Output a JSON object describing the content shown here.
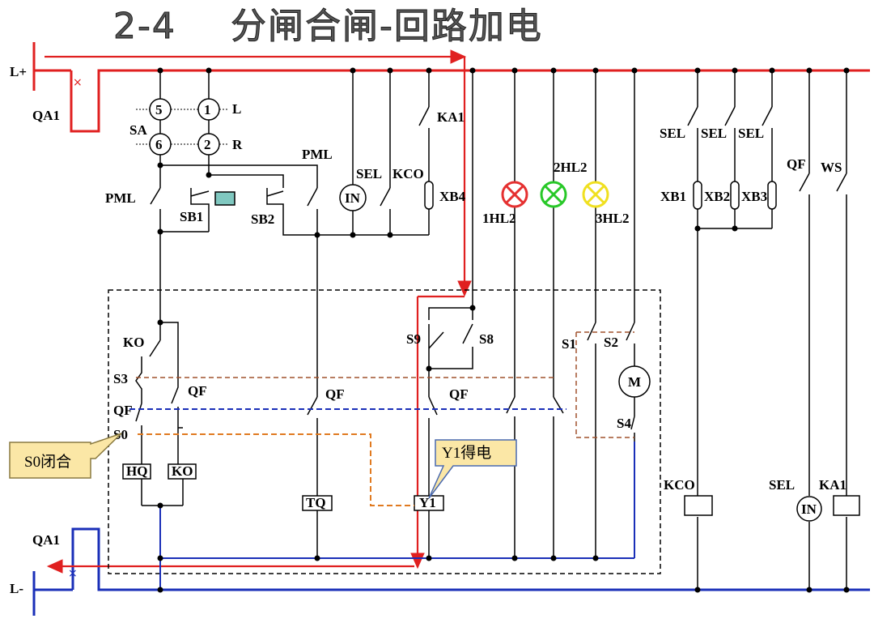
{
  "title": {
    "number": "2-4",
    "text": "分闸合闸-回路加电"
  },
  "rails": {
    "positive": "L+",
    "negative": "L-"
  },
  "breaker": {
    "top": "QA1",
    "bottom": "QA1"
  },
  "selector": {
    "label": "SA",
    "contacts": [
      "5",
      "1",
      "6",
      "2"
    ],
    "positions": [
      "L",
      "R"
    ]
  },
  "labels": {
    "pml1": "PML",
    "pml2": "PML",
    "sb1": "SB1",
    "sb2": "SB2",
    "sel_top": "SEL",
    "kco_top": "KCO",
    "ka1_top": "KA1",
    "xb4": "XB4",
    "in_top": "IN",
    "hl1": "1HL2",
    "hl2": "2HL2",
    "hl3": "3HL2",
    "sel_r1": "SEL",
    "sel_r2": "SEL",
    "sel_r3": "SEL",
    "xb1": "XB1",
    "xb2": "XB2",
    "xb3": "XB3",
    "qf_r": "QF",
    "ws": "WS",
    "ko": "KO",
    "s3": "S3",
    "qf_l": "QF",
    "s0": "S0",
    "qf_a": "QF",
    "qf_b": "QF",
    "qf_c": "QF",
    "s9": "S9",
    "s8": "S8",
    "s1": "S1",
    "s2": "S2",
    "s4": "S4",
    "motor": "M",
    "hq": "HQ",
    "ko_box": "KO",
    "tq": "TQ",
    "y1": "Y1",
    "kco_coil": "KCO",
    "sel_coil": "SEL",
    "in_coil": "IN",
    "ka1_coil": "KA1"
  },
  "callouts": {
    "s0": "S0闭合",
    "y1": "Y1得电"
  },
  "colors": {
    "positive": "#e02020",
    "negative": "#1a2fb8",
    "orange": "#e07a20",
    "lamp_red": "#e53030",
    "lamp_green": "#28c828",
    "lamp_yellow": "#f0e020"
  }
}
